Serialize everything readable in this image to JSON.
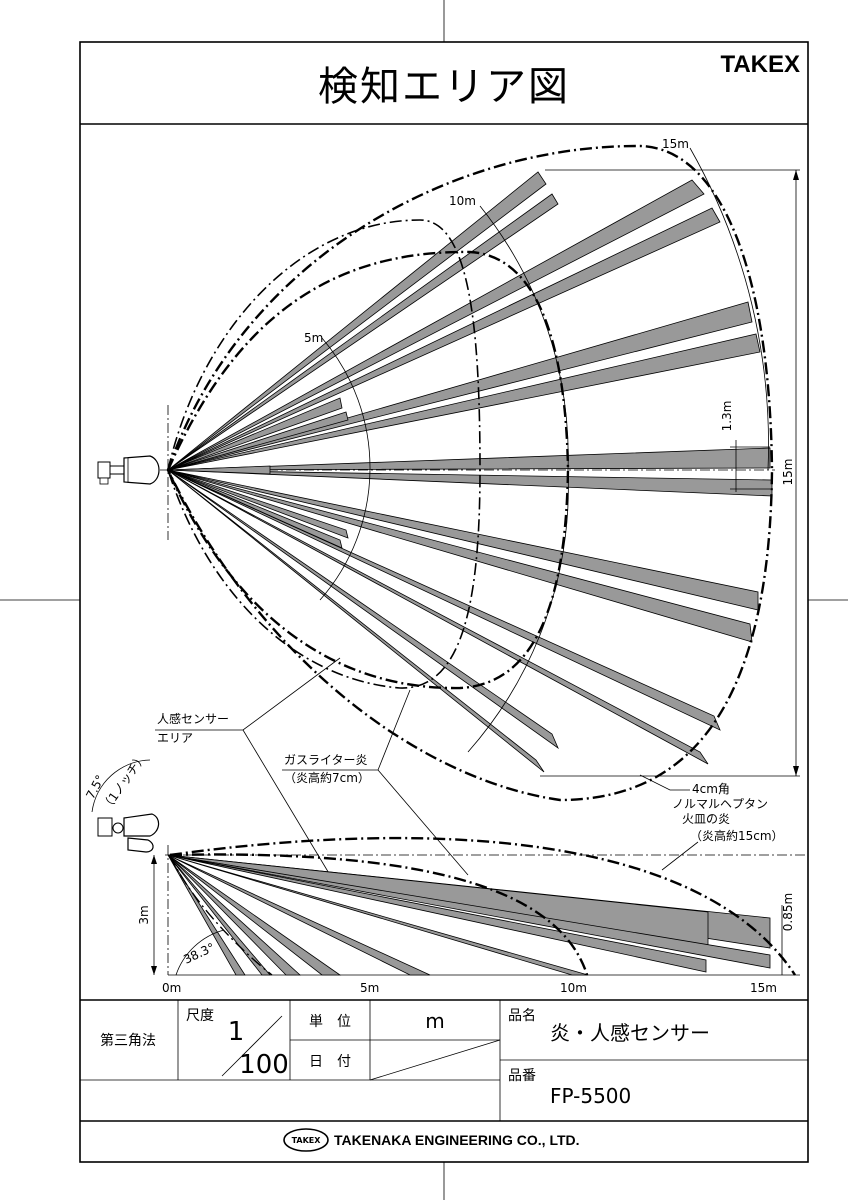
{
  "header": {
    "title": "検知エリア図",
    "brand": "TAKEX"
  },
  "plan_view": {
    "arc_labels": [
      "5m",
      "10m",
      "15m"
    ],
    "dimensions": {
      "beam_width": "1.3m",
      "height": "15m"
    }
  },
  "callouts": {
    "pir_area": [
      "人感センサー",
      "エリア"
    ],
    "gas_lighter": [
      "ガスライター炎",
      "（炎高約7cm）"
    ],
    "heptane": [
      "4cm角",
      "ノルマルヘプタン",
      "火皿の炎",
      "（炎高約15cm）"
    ]
  },
  "side_view": {
    "tilt": [
      "7.5°",
      "（1ノッチ）"
    ],
    "angle": "38.3°",
    "mount_height": "3m",
    "beam_height": "0.85m",
    "axis_ticks": [
      "0m",
      "5m",
      "10m",
      "15m"
    ]
  },
  "title_block": {
    "projection": "第三角法",
    "scale_label": "尺度",
    "scale_num": "1",
    "scale_den": "100",
    "unit_label": "単　位",
    "unit_value": "m",
    "date_label": "日　付",
    "product_name_label": "品名",
    "product_name": "炎・人感センサー",
    "product_no_label": "品番",
    "product_no": "FP-5500"
  },
  "footer": {
    "logo": "TAKEX",
    "company": "TAKENAKA ENGINEERING CO., LTD."
  },
  "icons": [
    "sensor-icon",
    "takex-logo-icon"
  ]
}
